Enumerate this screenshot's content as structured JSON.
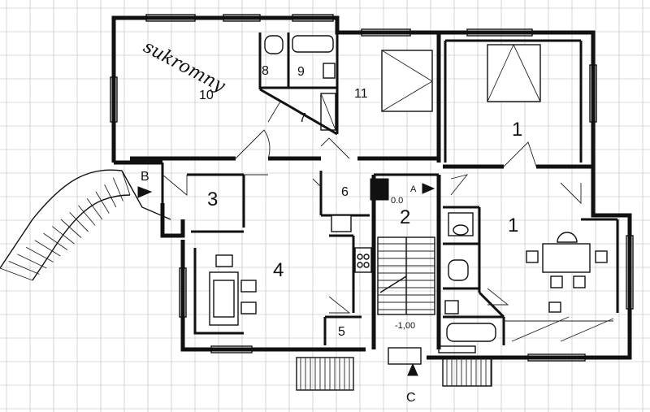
{
  "rooms": {
    "r1_top": "1",
    "r1_right": "1",
    "r2": "2",
    "r3": "3",
    "r4": "4",
    "r5": "5",
    "r6": "6",
    "r7": "7",
    "r8": "8",
    "r9": "9",
    "r10": "10",
    "r11": "11"
  },
  "markers": {
    "a": "A",
    "b": "B",
    "c": "C"
  },
  "annotations": {
    "level": "-1,00",
    "room10_note": "sukromny",
    "small_note": "0.0"
  }
}
